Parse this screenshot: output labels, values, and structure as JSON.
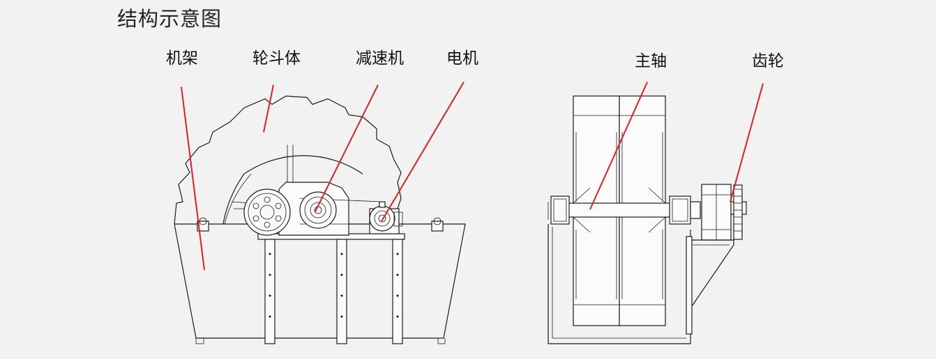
{
  "diagram": {
    "title": "结构示意图",
    "labels": {
      "frame": "机架",
      "wheel_bucket": "轮斗体",
      "reducer": "减速机",
      "motor": "电机",
      "main_shaft": "主轴",
      "gear": "齿轮"
    },
    "leader_color": "#e02020"
  }
}
